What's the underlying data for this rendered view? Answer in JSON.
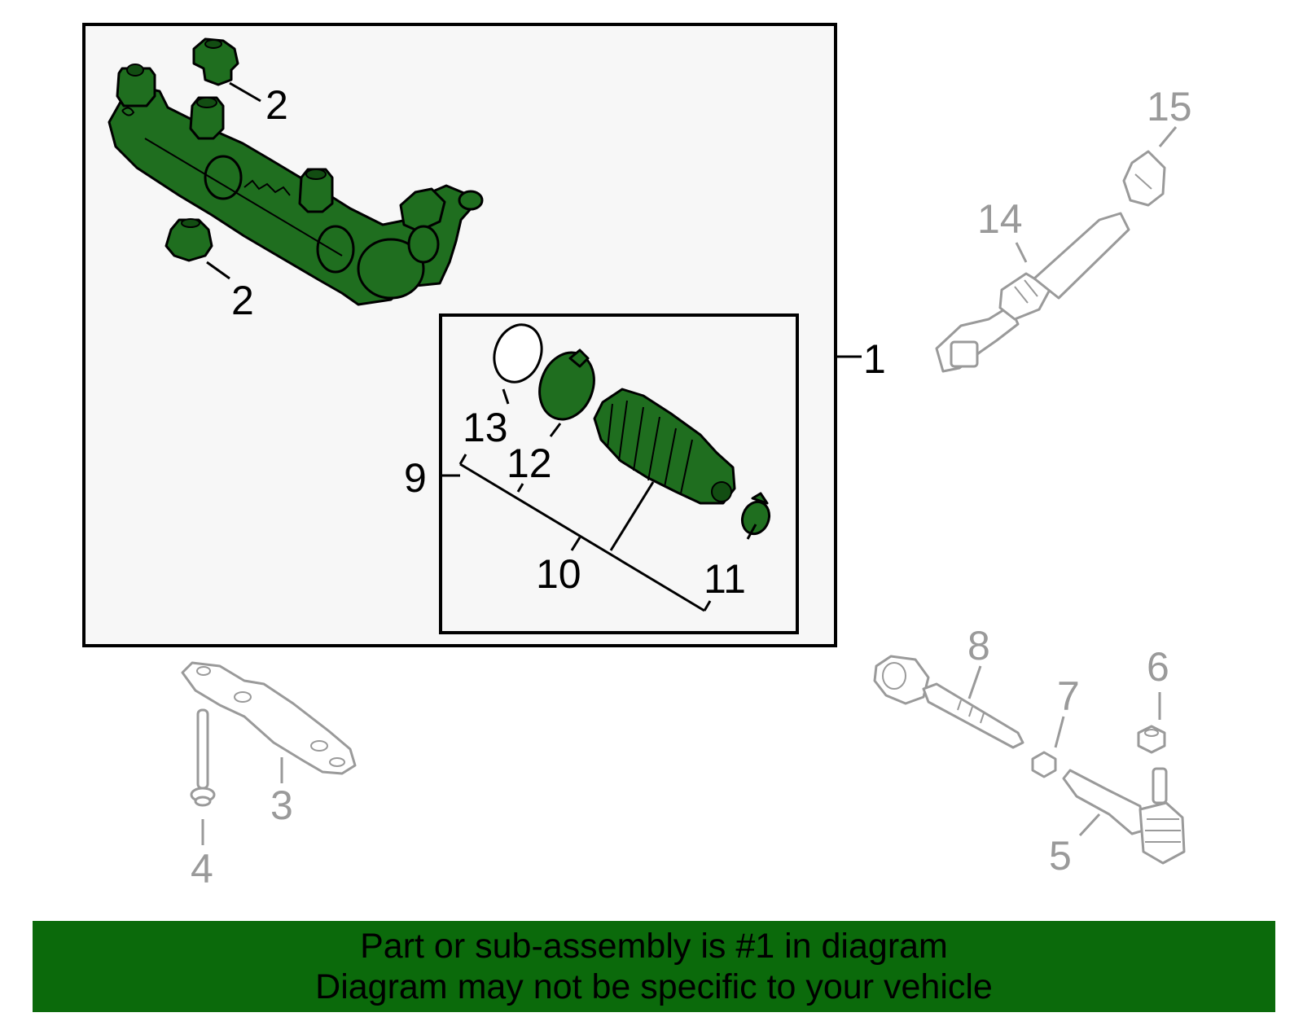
{
  "colors": {
    "highlight_part": "#1f6e1f",
    "banner_background": "#0b6a0b",
    "panel_background": "#f7f7f7",
    "other_part_outline": "#9a9a9a",
    "label_highlight": "#000000",
    "label_other": "#9a9a9a"
  },
  "callouts": {
    "c1": "1",
    "c2a": "2",
    "c2b": "2",
    "c3": "3",
    "c4": "4",
    "c5": "5",
    "c6": "6",
    "c7": "7",
    "c8": "8",
    "c9": "9",
    "c10": "10",
    "c11": "11",
    "c12": "12",
    "c13": "13",
    "c14": "14",
    "c15": "15"
  },
  "banner": {
    "line1": "Part or sub-assembly is #1 in diagram",
    "line2": "Diagram may not be specific to your vehicle"
  }
}
